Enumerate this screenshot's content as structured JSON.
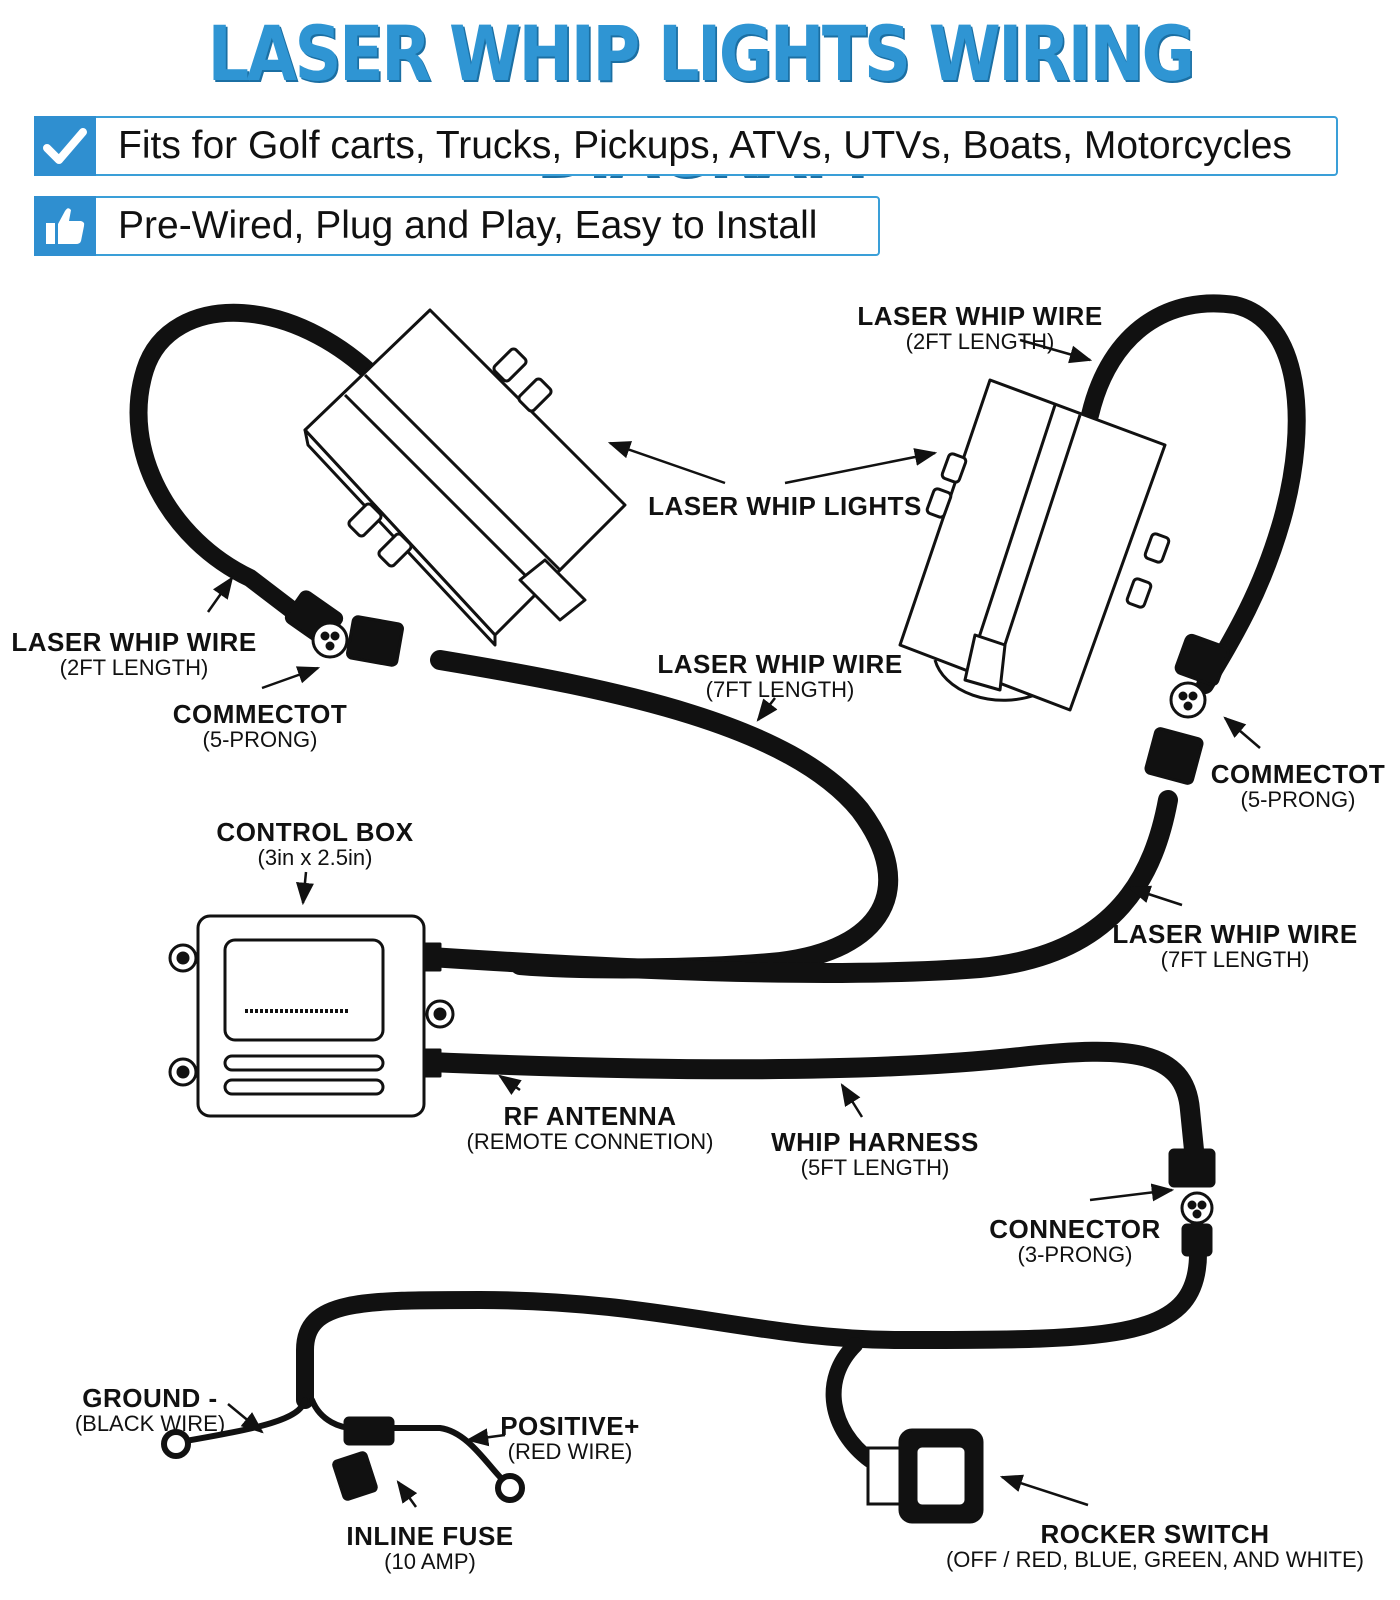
{
  "title": "LASER WHIP LIGHTS WIRING DIAGRAM",
  "banners": [
    {
      "icon": "checkmark-icon",
      "text": "Fits for Golf carts, Trucks, Pickups, ATVs, UTVs, Boats, Motorcycles"
    },
    {
      "icon": "thumbs-up-icon",
      "text": "Pre-Wired, Plug and Play, Easy to Install"
    }
  ],
  "labels": {
    "whip_wire_2ft_right": {
      "h": "LASER WHIP WIRE",
      "s": "(2FT LENGTH)"
    },
    "whip_lights": {
      "h": "LASER WHIP LIGHTS"
    },
    "whip_wire_2ft_left": {
      "h": "LASER WHIP WIRE",
      "s": "(2FT LENGTH)"
    },
    "connector_5_left": {
      "h": "COMMECTOT",
      "s": "(5-PRONG)"
    },
    "whip_wire_7ft_mid": {
      "h": "LASER WHIP WIRE",
      "s": "(7FT LENGTH)"
    },
    "connector_5_right": {
      "h": "COMMECTOT",
      "s": "(5-PRONG)"
    },
    "control_box": {
      "h": "CONTROL BOX",
      "s": "(3in x 2.5in)"
    },
    "whip_wire_7ft_right": {
      "h": "LASER WHIP WIRE",
      "s": "(7FT LENGTH)"
    },
    "rf_antenna": {
      "h": "RF ANTENNA",
      "s": "(REMOTE CONNETION)"
    },
    "whip_harness": {
      "h": "WHIP HARNESS",
      "s": "(5FT LENGTH)"
    },
    "connector_3": {
      "h": "CONNECTOR",
      "s": "(3-PRONG)"
    },
    "ground": {
      "h": "GROUND -",
      "s": "(BLACK WIRE)"
    },
    "positive": {
      "h": "POSITIVE+",
      "s": "(RED WIRE)"
    },
    "inline_fuse": {
      "h": "INLINE FUSE",
      "s": "(10 AMP)"
    },
    "rocker_switch": {
      "h": "ROCKER SWITCH",
      "s": "(OFF / RED, BLUE, GREEN, AND WHITE)"
    }
  },
  "colors": {
    "accent": "#2f95d3",
    "banner_border": "#3a9fd8",
    "line": "#111111"
  }
}
